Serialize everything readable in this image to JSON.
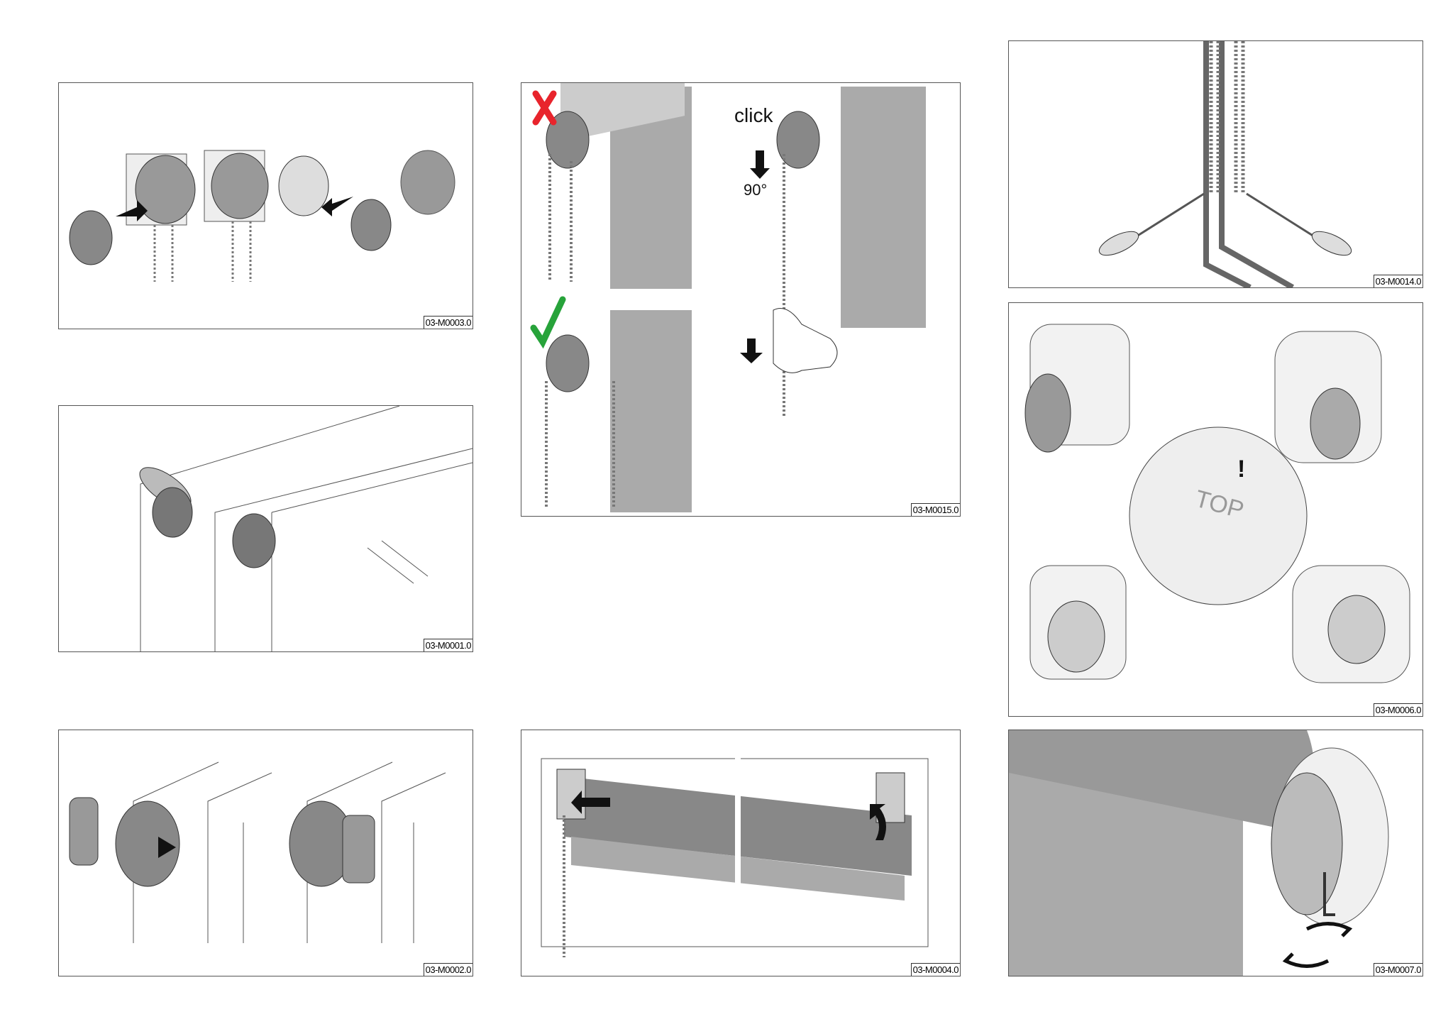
{
  "panels": [
    {
      "code": "03-M0003.0"
    },
    {
      "code": "03-M0001.0"
    },
    {
      "code": "03-M0002.0"
    },
    {
      "code": "03-M0015.0",
      "click_label": "click",
      "angle_label": "90°"
    },
    {
      "code": "03-M0004.0"
    },
    {
      "code": "03-M0014.0"
    },
    {
      "code": "03-M0006.0",
      "top_label": "TOP",
      "warning_mark": "!"
    },
    {
      "code": "03-M0007.0"
    }
  ],
  "colors": {
    "wrong": "#e8242c",
    "correct": "#27a33a"
  }
}
